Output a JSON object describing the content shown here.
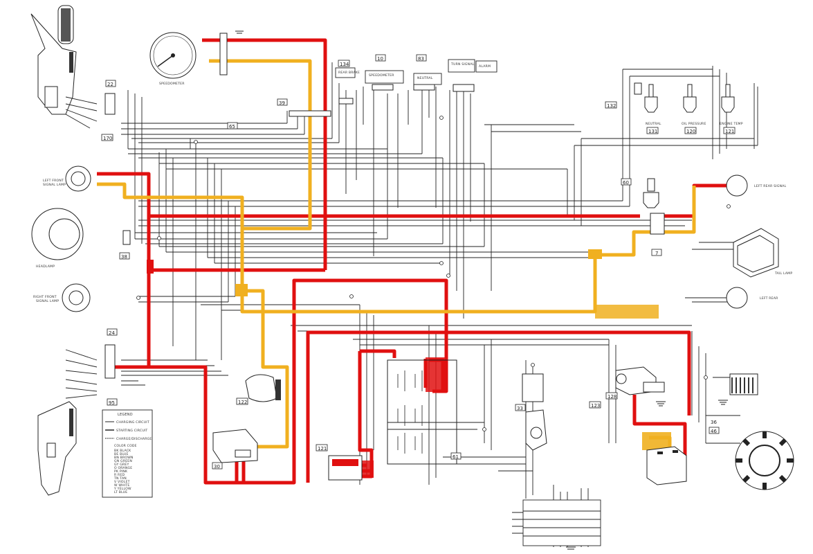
{
  "diagram": {
    "component_numbers": [
      "22",
      "170",
      "39",
      "65",
      "134",
      "10",
      "83",
      "132",
      "131",
      "120",
      "121",
      "60",
      "7",
      "38",
      "24",
      "95",
      "122",
      "30",
      "121",
      "61",
      "33",
      "123",
      "128",
      "46",
      "36"
    ],
    "legend_title": "LEGEND",
    "legend_items": [
      "CHARGING CIRCUIT",
      "STARTING CIRCUIT",
      "CHARGE/DISCHARGE"
    ],
    "color_code_title": "COLOR CODE",
    "color_codes": [
      "BK BLACK",
      "BE BLUE",
      "BN BROWN",
      "GN GREEN",
      "GY GREY",
      "O ORANGE",
      "PK PINK",
      "R RED",
      "TN TAN",
      "V VIOLET",
      "W WHITE",
      "Y YELLOW",
      "LT BLUE"
    ],
    "highlight_colors": {
      "circuit_red": "#e01010",
      "circuit_orange": "#f0b020"
    }
  }
}
